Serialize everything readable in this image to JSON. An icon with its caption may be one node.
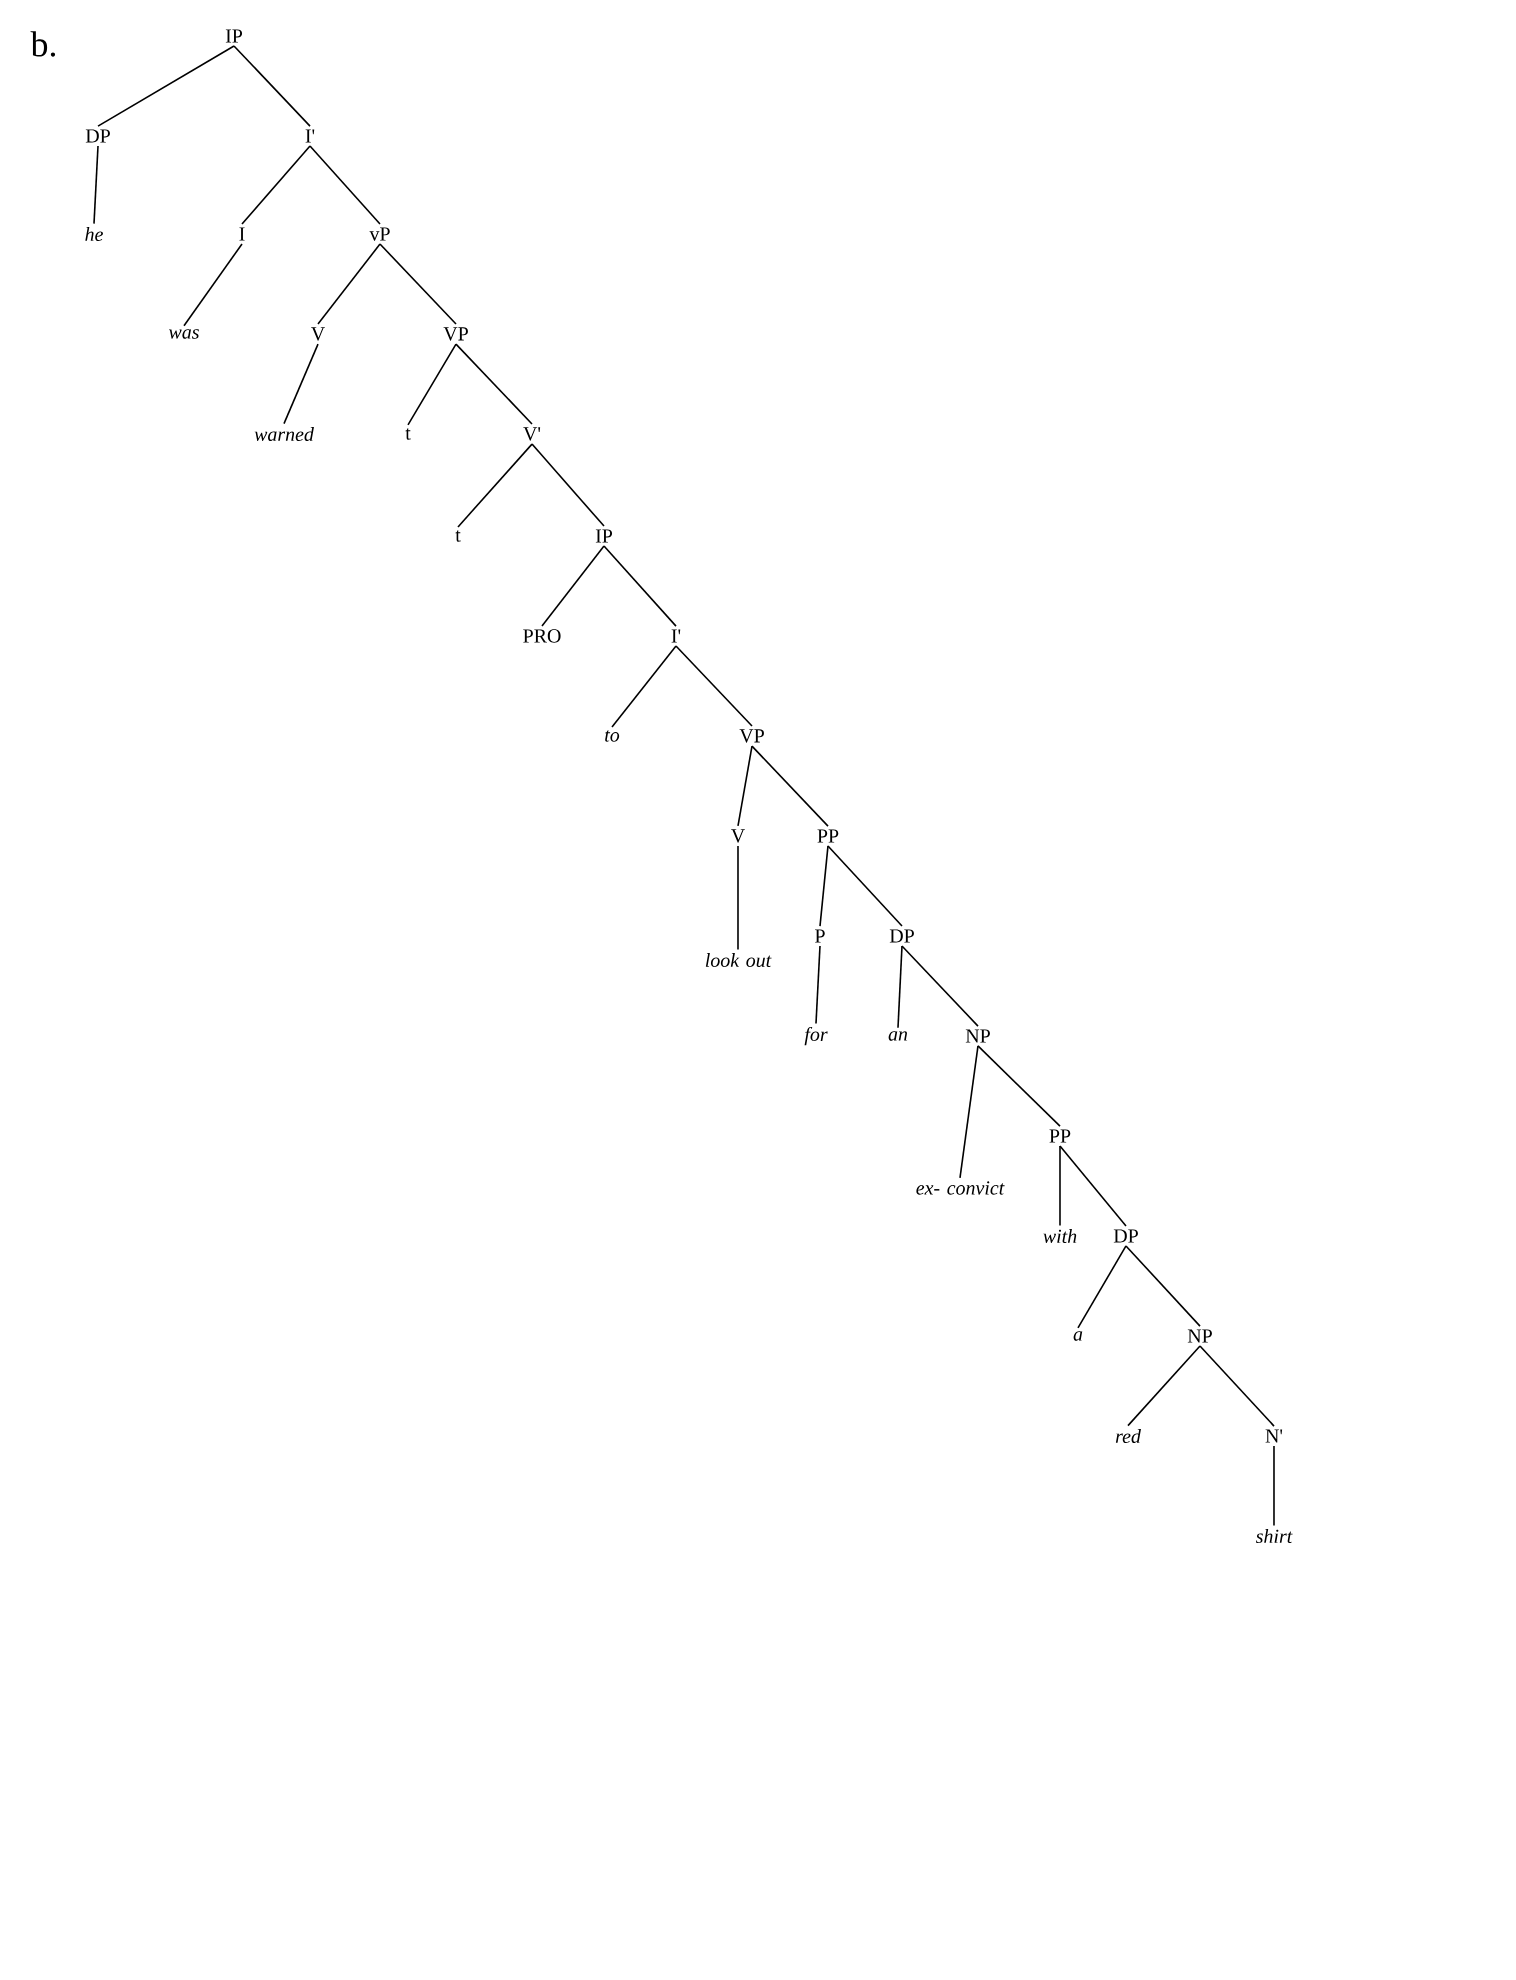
{
  "diagram": {
    "nodes": [
      {
        "text": [
          "IP"
        ]
      },
      {
        "text": [
          "DP"
        ]
      },
      {
        "text": [
          "I'"
        ]
      },
      {
        "text": [
          "he"
        ]
      },
      {
        "text": [
          "I"
        ]
      },
      {
        "text": [
          "vP"
        ]
      },
      {
        "text": [
          "was"
        ]
      },
      {
        "text": [
          "V"
        ]
      },
      {
        "text": [
          "VP"
        ]
      },
      {
        "text": [
          "warned"
        ]
      },
      {
        "text": [
          "t"
        ]
      },
      {
        "text": [
          "V'"
        ]
      },
      {
        "text": [
          "t"
        ]
      },
      {
        "text": [
          "IP"
        ]
      },
      {
        "text": [
          "PRO"
        ]
      },
      {
        "text": [
          "I'"
        ]
      },
      {
        "text": [
          "to"
        ]
      },
      {
        "text": [
          "VP"
        ]
      },
      {
        "text": [
          "V"
        ]
      },
      {
        "text": [
          "PP"
        ]
      },
      {
        "text": [
          "look out"
        ]
      },
      {
        "text": [
          "P"
        ]
      },
      {
        "text": [
          "DP"
        ]
      },
      {
        "text": [
          "for"
        ]
      },
      {
        "text": [
          "an"
        ]
      },
      {
        "text": [
          "NP"
        ]
      },
      {
        "text": [
          "ex- convict"
        ]
      },
      {
        "text": [
          "PP"
        ]
      },
      {
        "text": [
          "with"
        ]
      },
      {
        "text": [
          "DP"
        ]
      },
      {
        "text": [
          "a"
        ]
      },
      {
        "text": [
          "NP"
        ]
      },
      {
        "text": [
          "red"
        ]
      },
      {
        "text": [
          "N'"
        ]
      },
      {
        "text": [
          "shirt"
        ]
      }
    ],
    "edges": [
      {
        "from": 0,
        "to": 1,
        "arrow": "none"
      },
      {
        "from": 0,
        "to": 2,
        "arrow": "none"
      },
      {
        "from": 1,
        "to": 3,
        "arrow": "none"
      },
      {
        "from": 2,
        "to": 4,
        "arrow": "none"
      },
      {
        "from": 2,
        "to": 5,
        "arrow": "none"
      },
      {
        "from": 4,
        "to": 6,
        "arrow": "none"
      },
      {
        "from": 5,
        "to": 7,
        "arrow": "none"
      },
      {
        "from": 5,
        "to": 8,
        "arrow": "none"
      },
      {
        "from": 7,
        "to": 9,
        "arrow": "none"
      },
      {
        "from": 8,
        "to": 10,
        "arrow": "none"
      },
      {
        "from": 8,
        "to": 11,
        "arrow": "none"
      },
      {
        "from": 11,
        "to": 12,
        "arrow": "none"
      },
      {
        "from": 11,
        "to": 13,
        "arrow": "none"
      },
      {
        "from": 13,
        "to": 14,
        "arrow": "none"
      },
      {
        "from": 13,
        "to": 15,
        "arrow": "none"
      },
      {
        "from": 15,
        "to": 16,
        "arrow": "none"
      },
      {
        "from": 15,
        "to": 17,
        "arrow": "none"
      },
      {
        "from": 17,
        "to": 18,
        "arrow": "none"
      },
      {
        "from": 17,
        "to": 19,
        "arrow": "none"
      },
      {
        "from": 18,
        "to": 20,
        "arrow": "none"
      },
      {
        "from": 19,
        "to": 21,
        "arrow": "none"
      },
      {
        "from": 19,
        "to": 22,
        "arrow": "none"
      },
      {
        "from": 21,
        "to": 23,
        "arrow": "none"
      },
      {
        "from": 22,
        "to": 24,
        "arrow": "none"
      },
      {
        "from": 22,
        "to": 25,
        "arrow": "none"
      },
      {
        "from": 25,
        "to": 26,
        "arrow": "none"
      },
      {
        "from": 25,
        "to": 27,
        "arrow": "none"
      },
      {
        "from": 27,
        "to": 28,
        "arrow": "none"
      },
      {
        "from": 27,
        "to": 29,
        "arrow": "none"
      },
      {
        "from": 29,
        "to": 30,
        "arrow": "none"
      },
      {
        "from": 29,
        "to": 31,
        "arrow": "none"
      },
      {
        "from": 31,
        "to": 32,
        "arrow": "none"
      },
      {
        "from": 31,
        "to": 33,
        "arrow": "none"
      },
      {
        "from": 33,
        "to": 34,
        "arrow": "none"
      }
    ],
    "labels": [
      "b."
    ]
  }
}
